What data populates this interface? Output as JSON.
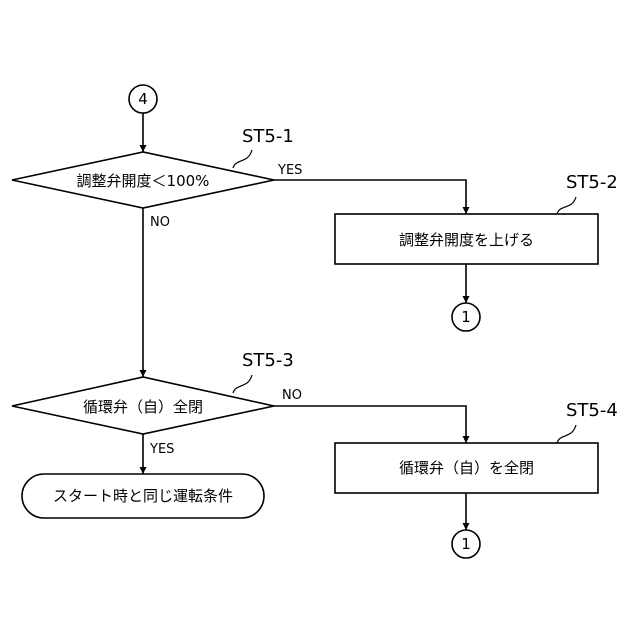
{
  "diagram": {
    "connector_in": "4",
    "decision1": {
      "step": "ST5-1",
      "text": "調整弁開度＜100%",
      "yes": "YES",
      "no": "NO"
    },
    "process1": {
      "step": "ST5-2",
      "text": "調整弁開度を上げる"
    },
    "connector_out1": "1",
    "decision2": {
      "step": "ST5-3",
      "text": "循環弁（自）全閉",
      "no": "NO",
      "yes": "YES"
    },
    "process2": {
      "step": "ST5-4",
      "text": "循環弁（自）を全閉"
    },
    "connector_out2": "1",
    "terminal": {
      "text": "スタート時と同じ運転条件"
    }
  }
}
